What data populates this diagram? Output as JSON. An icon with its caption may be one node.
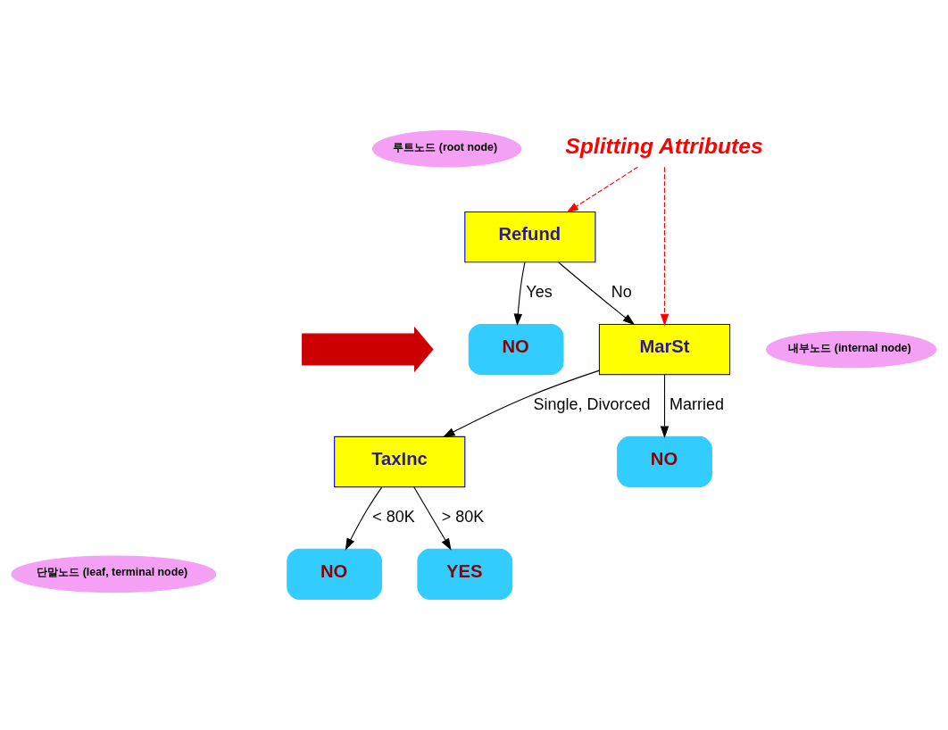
{
  "diagram": {
    "nodes": [
      {
        "text": [
          "루트노드 (root node)"
        ]
      },
      {
        "text": [
          "Refund"
        ]
      },
      {
        "text": [
          "NO"
        ]
      },
      {
        "text": [
          "MarSt"
        ]
      },
      {
        "text": [
          "내부노드 (internal node)"
        ]
      },
      {
        "text": [
          "TaxInc"
        ]
      },
      {
        "text": [
          "NO"
        ]
      },
      {
        "text": [
          "NO"
        ]
      },
      {
        "text": [
          "YES"
        ]
      },
      {
        "text": [
          "단말노드 (leaf, terminal node)"
        ]
      },
      {
        "text": [
          "Splitting Attributes"
        ]
      },
      {
        "text": [],
        "shape": "arrow"
      }
    ],
    "edges": [
      {
        "from": 1,
        "to": 2,
        "arrow": "to",
        "label": "Yes"
      },
      {
        "from": 1,
        "to": 3,
        "arrow": "to",
        "label": "No"
      },
      {
        "from": 3,
        "to": 5,
        "arrow": "to",
        "label": "Single, Divorced"
      },
      {
        "from": 3,
        "to": 6,
        "arrow": "to",
        "label": "Married"
      },
      {
        "from": 5,
        "to": 7,
        "arrow": "to",
        "label": "< 80K"
      },
      {
        "from": 5,
        "to": 8,
        "arrow": "to",
        "label": "> 80K"
      },
      {
        "from": 10,
        "to": 1,
        "arrow": "to",
        "style": "dashed",
        "color": "#ff0000"
      },
      {
        "from": 10,
        "to": 3,
        "arrow": "to",
        "style": "dashed",
        "color": "#ff0000"
      }
    ]
  }
}
